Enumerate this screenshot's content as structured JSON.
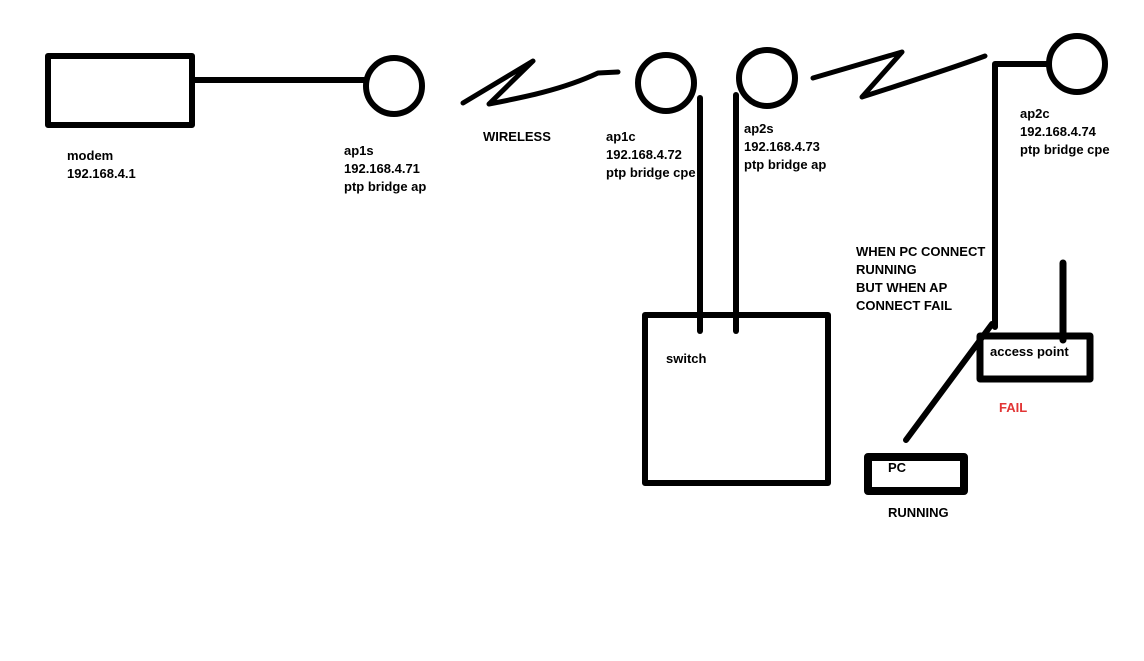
{
  "colors": {
    "ink": "#000000",
    "fail_red": "#e23535",
    "background": "#ffffff"
  },
  "nodes": {
    "modem": {
      "name": "modem",
      "ip": "192.168.4.1"
    },
    "ap1s": {
      "name": "ap1s",
      "ip": "192.168.4.71",
      "mode": "ptp bridge ap"
    },
    "ap1c": {
      "name": "ap1c",
      "ip": "192.168.4.72",
      "mode": "ptp bridge cpe"
    },
    "ap2s": {
      "name": "ap2s",
      "ip": "192.168.4.73",
      "mode": "ptp bridge ap"
    },
    "ap2c": {
      "name": "ap2c",
      "ip": "192.168.4.74",
      "mode": "ptp bridge cpe"
    },
    "switch": {
      "name": "switch"
    },
    "access_point": {
      "name": "access point",
      "status": "FAIL"
    },
    "pc": {
      "name": "PC",
      "status": "RUNNING"
    }
  },
  "labels": {
    "wireless": "WIRELESS",
    "note": [
      "WHEN PC CONNECT",
      "RUNNING",
      "BUT WHEN AP",
      "CONNECT FAIL"
    ]
  }
}
